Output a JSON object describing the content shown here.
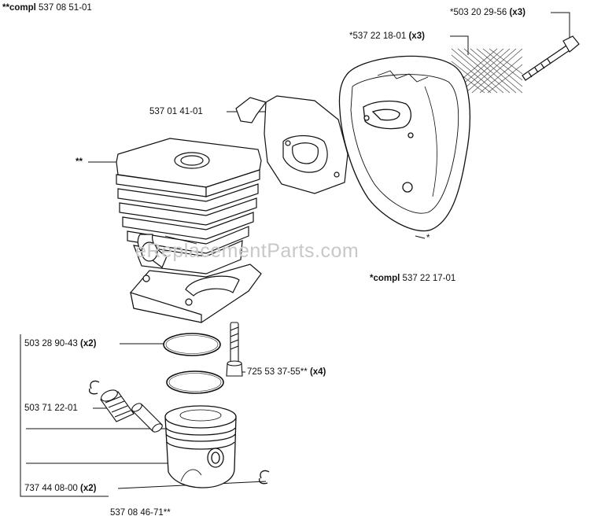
{
  "labels": {
    "cyl_compl": {
      "prefix": "**compl",
      "number": "537 08 51-01",
      "qty": ""
    },
    "bolt_top": {
      "prefix": "",
      "number": "*503 20 29-56",
      "qty": "(x3)"
    },
    "screen": {
      "prefix": "",
      "number": "*537 22 18-01",
      "qty": "(x3)"
    },
    "bracket": {
      "prefix": "",
      "number": "537 01 41-01",
      "qty": ""
    },
    "cyl_star": {
      "prefix": "",
      "number": "**",
      "qty": ""
    },
    "muffler_star": {
      "prefix": "",
      "number": "*",
      "qty": ""
    },
    "muffler_compl": {
      "prefix": "*compl",
      "number": "537 22 17-01",
      "qty": ""
    },
    "rings": {
      "prefix": "",
      "number": "503 28 90-43",
      "qty": "(x2)"
    },
    "screws": {
      "prefix": "",
      "number": "725 53 37-55**",
      "qty": "(x4)"
    },
    "bearing": {
      "prefix": "",
      "number": "503 71 22-01",
      "qty": ""
    },
    "circlip": {
      "prefix": "",
      "number": "737 44 08-00",
      "qty": "(x2)"
    },
    "piston": {
      "prefix": "",
      "number": "537 08 46-71**",
      "qty": ""
    }
  },
  "watermark": "eReplacementParts.com"
}
